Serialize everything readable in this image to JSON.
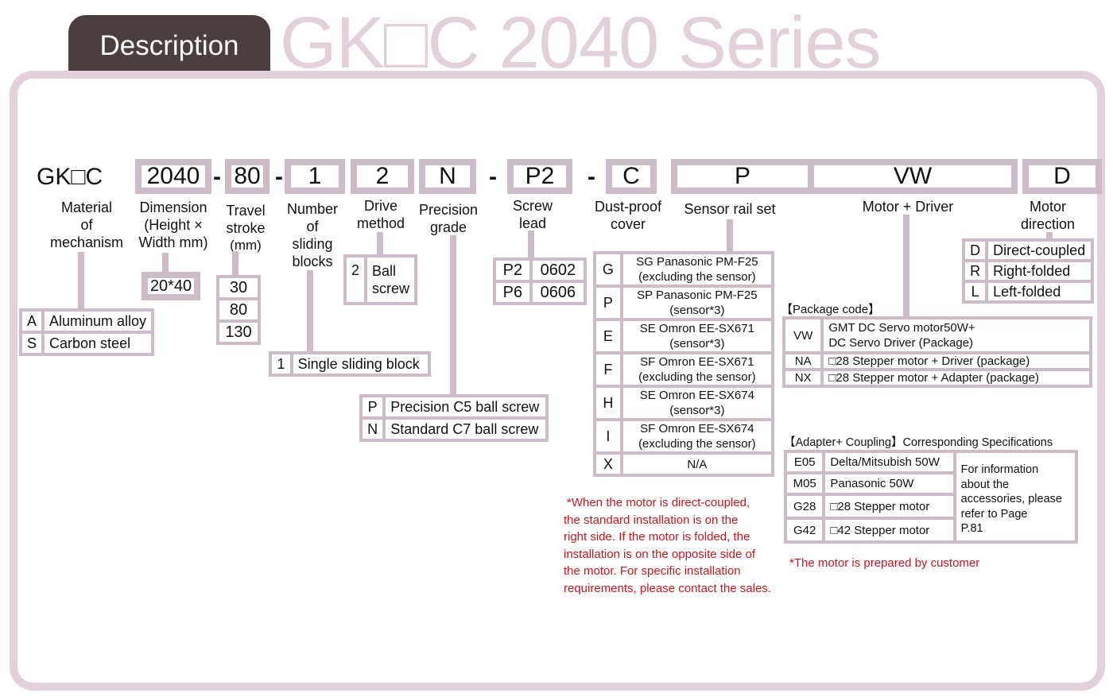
{
  "header": {
    "tab_label": "Description",
    "series_title": "GK□C 2040 Series"
  },
  "code_row": {
    "prefix": "GK□C",
    "codes": [
      "2040",
      "80",
      "1",
      "2",
      "N",
      "P2",
      "C",
      "P",
      "VW",
      "D"
    ],
    "separators": [
      "-",
      "-",
      "-",
      "-"
    ]
  },
  "labels": {
    "material": [
      "Material",
      "of",
      "mechanism"
    ],
    "dimension": [
      "Dimension",
      "(Height ×",
      "Width mm)"
    ],
    "stroke": [
      "Travel",
      "stroke",
      "(mm)"
    ],
    "blocks": [
      "Number",
      "of",
      "sliding",
      "blocks"
    ],
    "drive": [
      "Drive",
      "method"
    ],
    "precision": [
      "Precision",
      "grade"
    ],
    "lead": [
      "Screw",
      "lead"
    ],
    "dust": [
      "Dust-proof",
      "cover"
    ],
    "sensor": [
      "Sensor rail set"
    ],
    "motor": [
      "Motor + Driver"
    ],
    "direction": [
      "Motor",
      "direction"
    ]
  },
  "material_options": [
    {
      "code": "A",
      "text": "Aluminum alloy"
    },
    {
      "code": "S",
      "text": "Carbon steel"
    }
  ],
  "dimension_value": "20*40",
  "stroke_options": [
    "30",
    "80",
    "130"
  ],
  "blocks_option": {
    "code": "1",
    "text": "Single sliding block"
  },
  "drive_option": {
    "code": "2",
    "text": [
      "Ball",
      "screw"
    ]
  },
  "precision_options": [
    {
      "code": "P",
      "text": "Precision C5 ball screw"
    },
    {
      "code": "N",
      "text": "Standard C7 ball screw"
    }
  ],
  "lead_options": [
    {
      "code": "P2",
      "text": "0602"
    },
    {
      "code": "P6",
      "text": "0606"
    }
  ],
  "sensor_options": [
    {
      "code": "G",
      "l1": "SG  Panasonic  PM-F25",
      "l2": "(excluding the sensor)"
    },
    {
      "code": "P",
      "l1": "SP  Panasonic  PM-F25",
      "l2": "(sensor*3)"
    },
    {
      "code": "E",
      "l1": "SE  Omron  EE-SX671",
      "l2": "(sensor*3)"
    },
    {
      "code": "F",
      "l1": "SF  Omron  EE-SX671",
      "l2": "(excluding the sensor)"
    },
    {
      "code": "H",
      "l1": "SE  Omron  EE-SX674",
      "l2": "(sensor*3)"
    },
    {
      "code": "I",
      "l1": "SF  Omron  EE-SX674",
      "l2": "(excluding the sensor)"
    },
    {
      "code": "X",
      "l1": "N/A",
      "l2": ""
    }
  ],
  "sensor_note": [
    "*When the motor is direct-coupled,",
    "the standard installation is on the",
    "right side. If the motor is folded, the",
    "installation is on the opposite side of",
    "the motor. For specific installation",
    "requirements, please contact the sales."
  ],
  "package": {
    "title": "【Package code】",
    "rows": [
      {
        "code": "VW",
        "l1": "GMT DC Servo motor50W+",
        "l2": "DC Servo Driver (Package)"
      },
      {
        "code": "NA",
        "l1": "□28 Stepper motor + Driver (package)",
        "l2": ""
      },
      {
        "code": "NX",
        "l1": "□28 Stepper motor + Adapter (package)",
        "l2": ""
      }
    ]
  },
  "direction_options": [
    {
      "code": "D",
      "text": "Direct-coupled"
    },
    {
      "code": "R",
      "text": "Right-folded"
    },
    {
      "code": "L",
      "text": "Left-folded"
    }
  ],
  "adapter": {
    "title": "【Adapter+ Coupling】Corresponding Specifications",
    "rows": [
      {
        "code": "E05",
        "text": "Delta/Mitsubish 50W"
      },
      {
        "code": "M05",
        "text": "Panasonic 50W"
      },
      {
        "code": "G28",
        "text": "□28 Stepper motor"
      },
      {
        "code": "G42",
        "text": "□42 Stepper motor"
      }
    ],
    "info": [
      "For information",
      "about the",
      "accessories, please",
      "refer to Page",
      "P.81"
    ],
    "note": "*The motor is prepared by customer"
  }
}
